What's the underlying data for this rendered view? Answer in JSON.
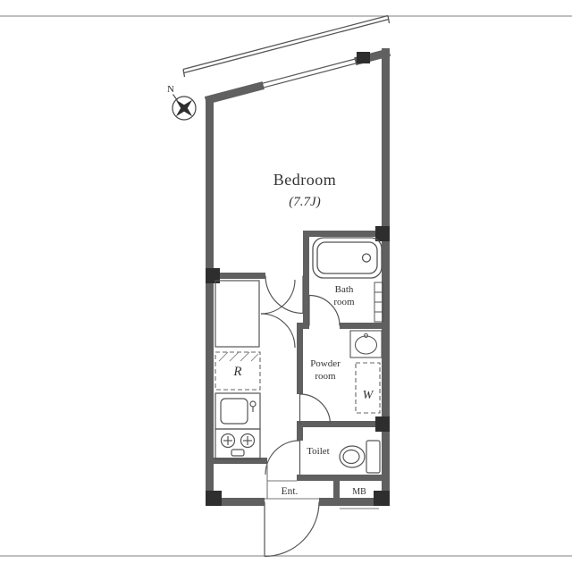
{
  "palette": {
    "wall": "#606060",
    "pillar": "#2e2e2e",
    "line": "#555555",
    "thin_line": "#777777",
    "text": "#333333",
    "background": "#ffffff",
    "frame": "#999999"
  },
  "compass": {
    "north_label": "N"
  },
  "labels": {
    "bedroom": "Bedroom",
    "bedroom_size": "(7.7J)",
    "bath_line1": "Bath",
    "bath_line2": "room",
    "powder_line1": "Powder",
    "powder_line2": "room",
    "washer": "W",
    "refrigerator": "R",
    "toilet": "Toilet",
    "entrance": "Ent.",
    "meter_box": "MB"
  }
}
